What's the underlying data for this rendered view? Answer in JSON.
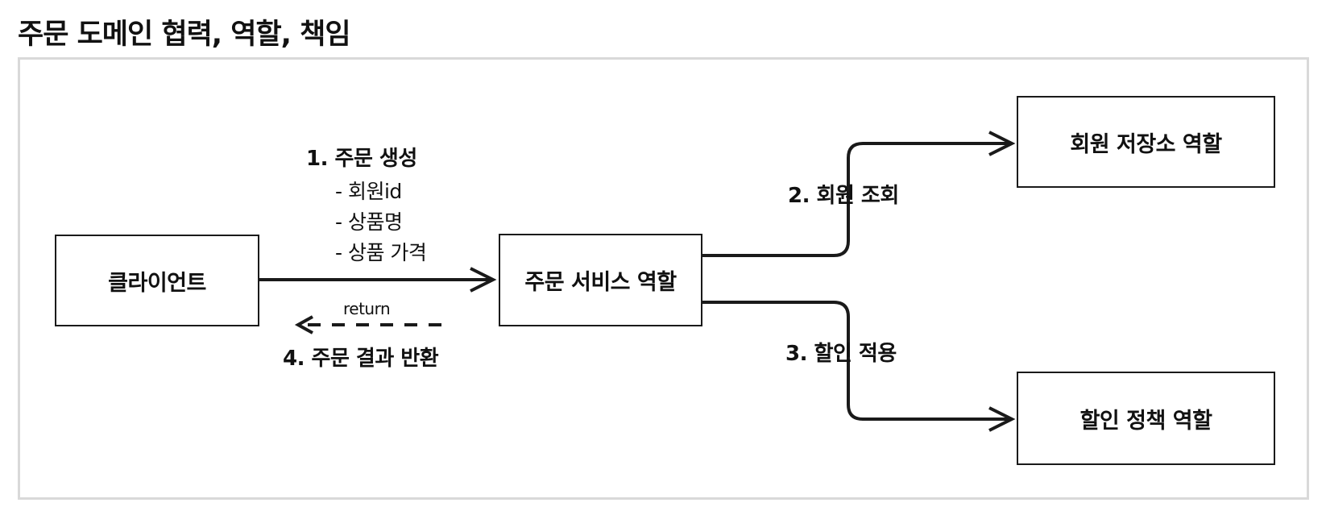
{
  "page": {
    "title": "주문 도메인 협력, 역할, 책임"
  },
  "diagram": {
    "nodes": {
      "client": "클라이언트",
      "order_service": "주문 서비스 역할",
      "member_repository": "회원 저장소 역할",
      "discount_policy": "할인 정책 역할"
    },
    "edges": {
      "create_order": {
        "label": "1. 주문 생성",
        "params": [
          "- 회원id",
          "- 상품명",
          "- 상품 가격"
        ]
      },
      "member_lookup": {
        "label": "2. 회원 조회"
      },
      "apply_discount": {
        "label": "3. 할인 적용"
      },
      "return_result": {
        "label": "4. 주문 결과 반환",
        "sublabel": "return"
      }
    },
    "colors": {
      "stroke": "#1a1a1a",
      "frame_border": "#d9d9d9",
      "background": "#ffffff"
    }
  }
}
